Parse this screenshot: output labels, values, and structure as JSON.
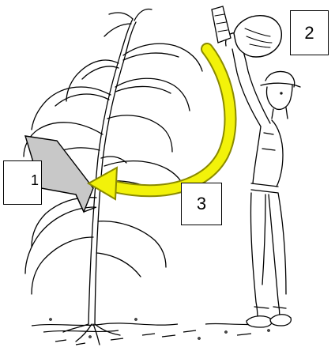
{
  "labels": {
    "box1": "1",
    "box2": "2",
    "box3": "3"
  },
  "colors": {
    "arrow_fill": "#f2f20a",
    "arrow_stroke": "#8a8a00",
    "bag_fill": "#c8c8c8",
    "line": "#000000"
  }
}
